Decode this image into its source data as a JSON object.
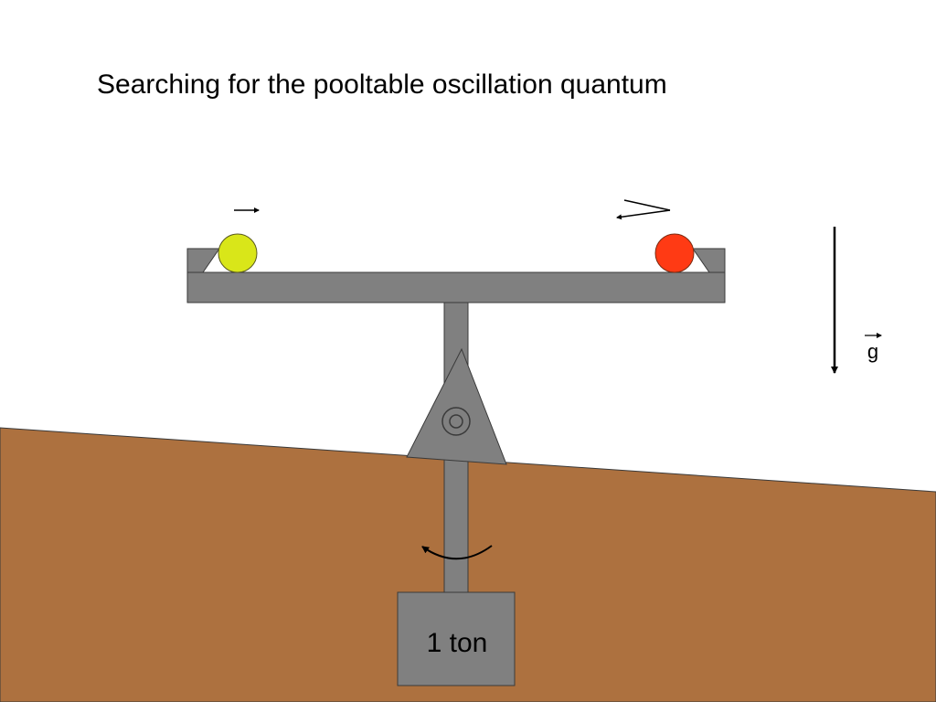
{
  "title": "Searching for the pooltable oscillation quantum",
  "weight_label": "1 ton",
  "gravity_label": "g",
  "colors": {
    "ground": "#ad713f",
    "structure": "#808080",
    "outline": "#3a3a3a",
    "ball_left": "#d9e619",
    "ball_right": "#ff3a14",
    "arrow": "#000000"
  },
  "icons": {
    "pivot": "concentric-circle-icon",
    "ball_left_velocity": "right-arrow-icon",
    "ball_right_velocity": "left-arrow-icon",
    "rotation": "curved-arrow-icon",
    "gravity": "down-arrow-icon",
    "vector": "vector-arrow-icon"
  }
}
